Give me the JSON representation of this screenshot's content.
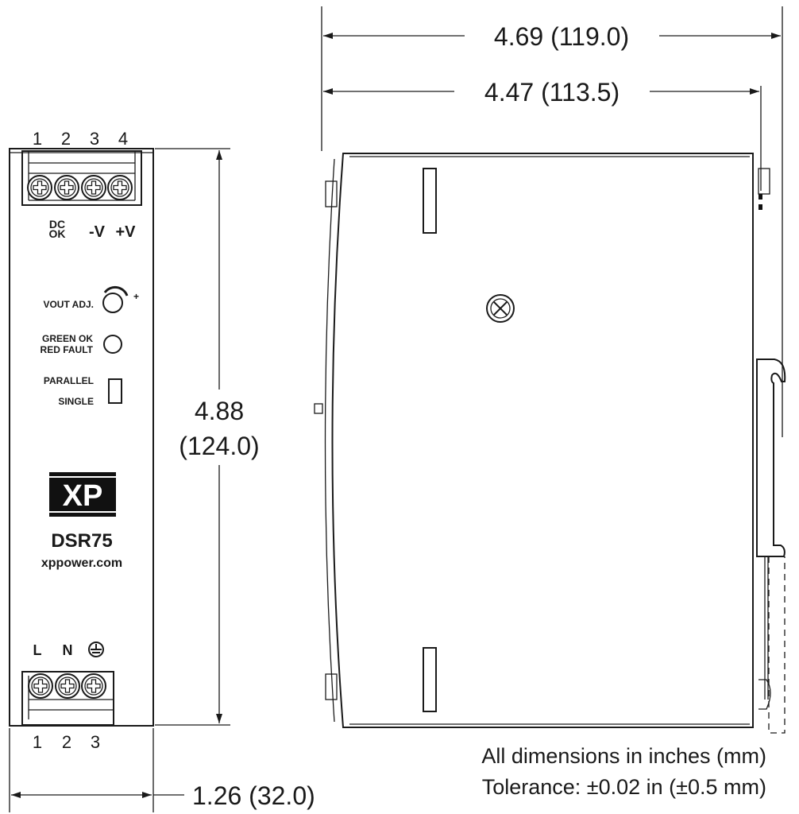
{
  "front_view": {
    "top_terminal_numbers": [
      "1",
      "2",
      "3",
      "4"
    ],
    "top_terminal_labels": {
      "dc": "DC",
      "ok": "OK",
      "minus_v": "-V",
      "plus_v": "+V"
    },
    "vout_adj_label": "VOUT ADJ.",
    "vout_plus": "+",
    "led_label_1": "GREEN OK",
    "led_label_2": "RED FAULT",
    "switch_label_1": "PARALLEL",
    "switch_label_2": "SINGLE",
    "logo_text": "XP",
    "model": "DSR75",
    "website": "xppower.com",
    "bottom_terminal_labels": [
      "L",
      "N"
    ],
    "bottom_terminal_numbers": [
      "1",
      "2",
      "3"
    ]
  },
  "dimensions": {
    "height_in": "4.88",
    "height_mm": "(124.0)",
    "width": "1.26 (32.0)",
    "depth_total": "4.69 (119.0)",
    "depth_body": "4.47 (113.5)"
  },
  "notes": {
    "line1": "All dimensions in inches (mm)",
    "line2": "Tolerance: ±0.02 in (±0.5 mm)"
  }
}
